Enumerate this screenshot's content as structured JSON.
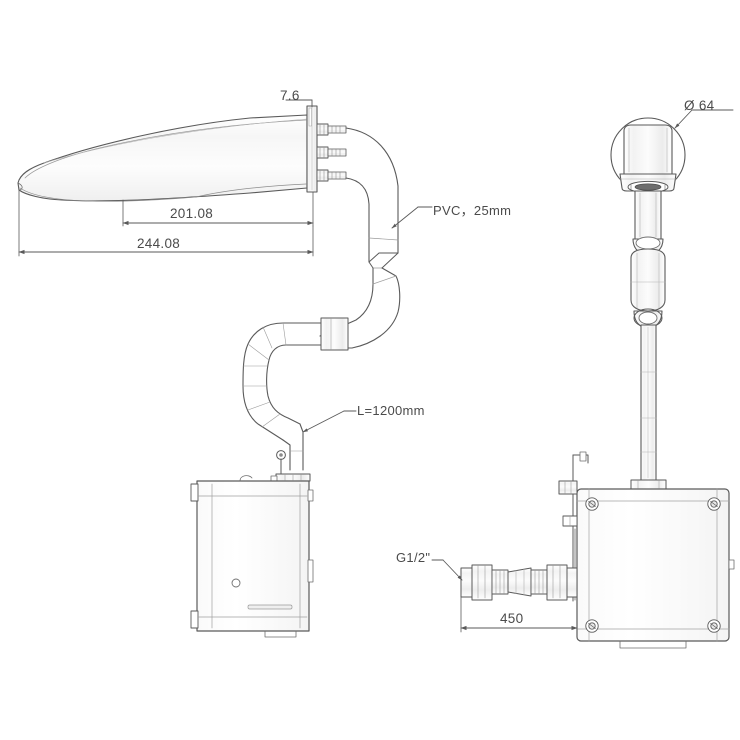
{
  "drawing": {
    "title": "Wall-mounted sensor faucet assembly drawing",
    "background_color": "#ffffff",
    "line_color": "#5a5a5a",
    "text_color": "#4b4b4b",
    "units": "mm",
    "views": [
      {
        "name": "side-elevation-view",
        "position": "left"
      },
      {
        "name": "front-elevation-view",
        "position": "right"
      }
    ]
  },
  "labels": {
    "flange_thickness": "7.6",
    "spout_projection": "201.08",
    "overall_length": "244.08",
    "pvc_note": "PVC，25mm",
    "hose_length": "L=1200mm",
    "escutcheon_diameter": "Ø 64",
    "thread_size": "G1/2\"",
    "supply_length": "450"
  },
  "components": {
    "spout": "spout-blade",
    "wall_flange": "wall-flange-plate",
    "connectors": "three-threaded-connectors",
    "pvc_elbow": "pvc-elbow-25mm",
    "flex_hose": "flexible-hose-1200mm",
    "control_box_left": "control-box-side-view",
    "control_box_right": "control-box-front-view",
    "supply_hose": "supply-hose-g-half-inch",
    "sensor_head": "sensor-head-escutcheon"
  }
}
